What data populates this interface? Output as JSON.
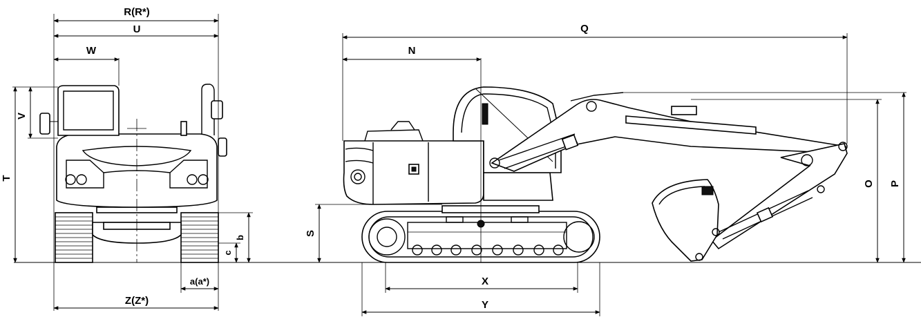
{
  "labels": {
    "R": "R(R*)",
    "U": "U",
    "W": "W",
    "V": "V",
    "T": "T",
    "b": "b",
    "c": "c",
    "a": "a(a*)",
    "Z": "Z(Z*)",
    "Q": "Q",
    "N": "N",
    "S": "S",
    "X": "X",
    "Y": "Y",
    "O": "O",
    "P": "P"
  },
  "colors": {
    "line": "#000000",
    "background": "#ffffff"
  }
}
